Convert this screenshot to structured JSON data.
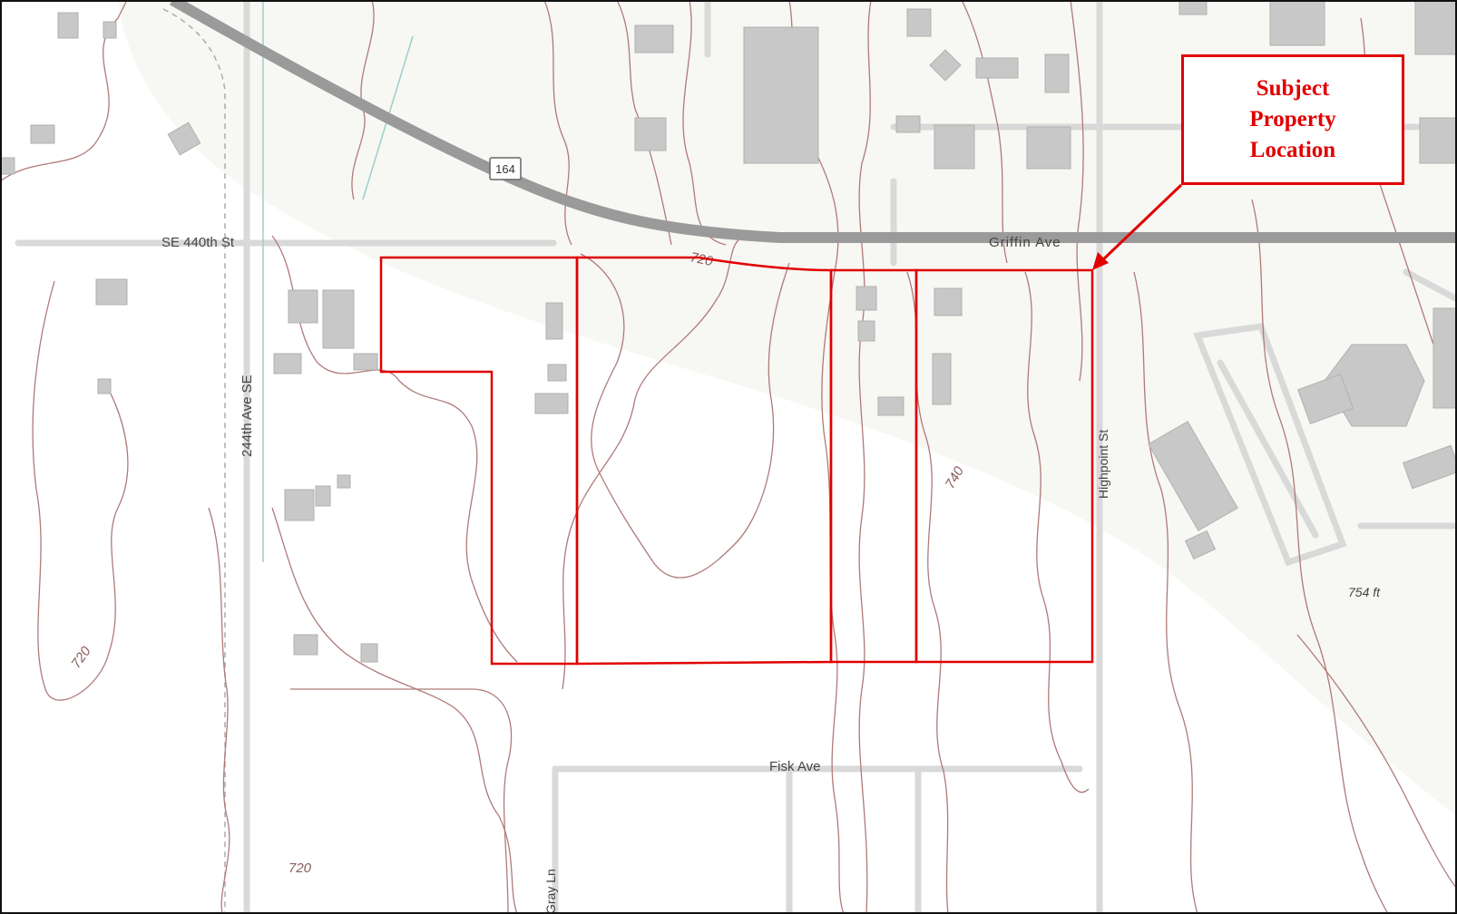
{
  "map": {
    "roads": {
      "se_440th": "SE 440th St",
      "ave_244th": "244th Ave SE",
      "griffin": "Griffin Ave",
      "highpoint": "Highpoint St",
      "fisk": "Fisk Ave",
      "gray": "Gray Ln"
    },
    "route_shield": "164",
    "contours": {
      "c720_top": "720",
      "c740": "740",
      "c720_left": "720",
      "c720_bottom": "720"
    },
    "spot_elevation": "754 ft"
  },
  "callout": {
    "line1": "Subject",
    "line2": "Property",
    "line3": "Location"
  },
  "colors": {
    "parcel_outline": "#e00000",
    "contour": "#b07a7a",
    "highway": "#9a9a9a",
    "building": "#c8c8c8",
    "road": "#d6d6d6"
  }
}
